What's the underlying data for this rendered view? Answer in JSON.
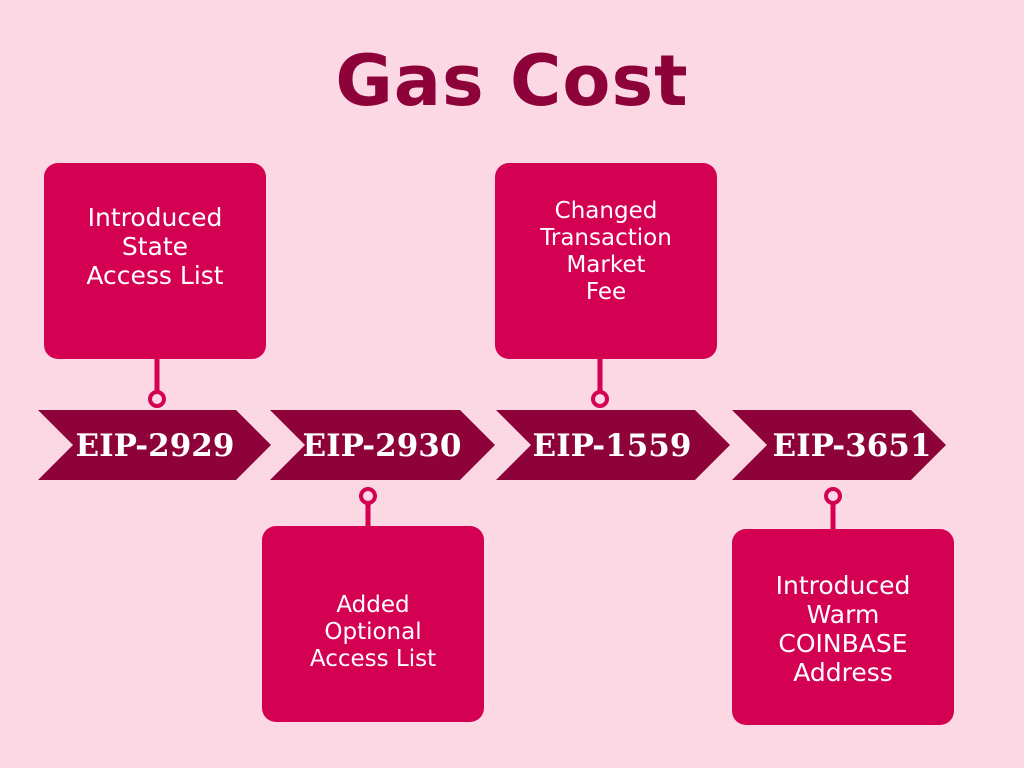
{
  "title": "Gas Cost",
  "colors": {
    "background": "#fbd8e4",
    "title": "#8d0239",
    "box": "#d40052",
    "chevron": "#8d0239",
    "connector": "#d40052"
  },
  "milestones": [
    {
      "label": "EIP-2929",
      "note": "Introduced\nState\nAccess List",
      "position": "above"
    },
    {
      "label": "EIP-2930",
      "note": "Added\nOptional\nAccess List",
      "position": "below"
    },
    {
      "label": "EIP-1559",
      "note": "Changed\nTransaction\nMarket\nFee",
      "position": "above"
    },
    {
      "label": "EIP-3651",
      "note": "Introduced\nWarm\nCOINBASE\nAddress",
      "position": "below"
    }
  ]
}
